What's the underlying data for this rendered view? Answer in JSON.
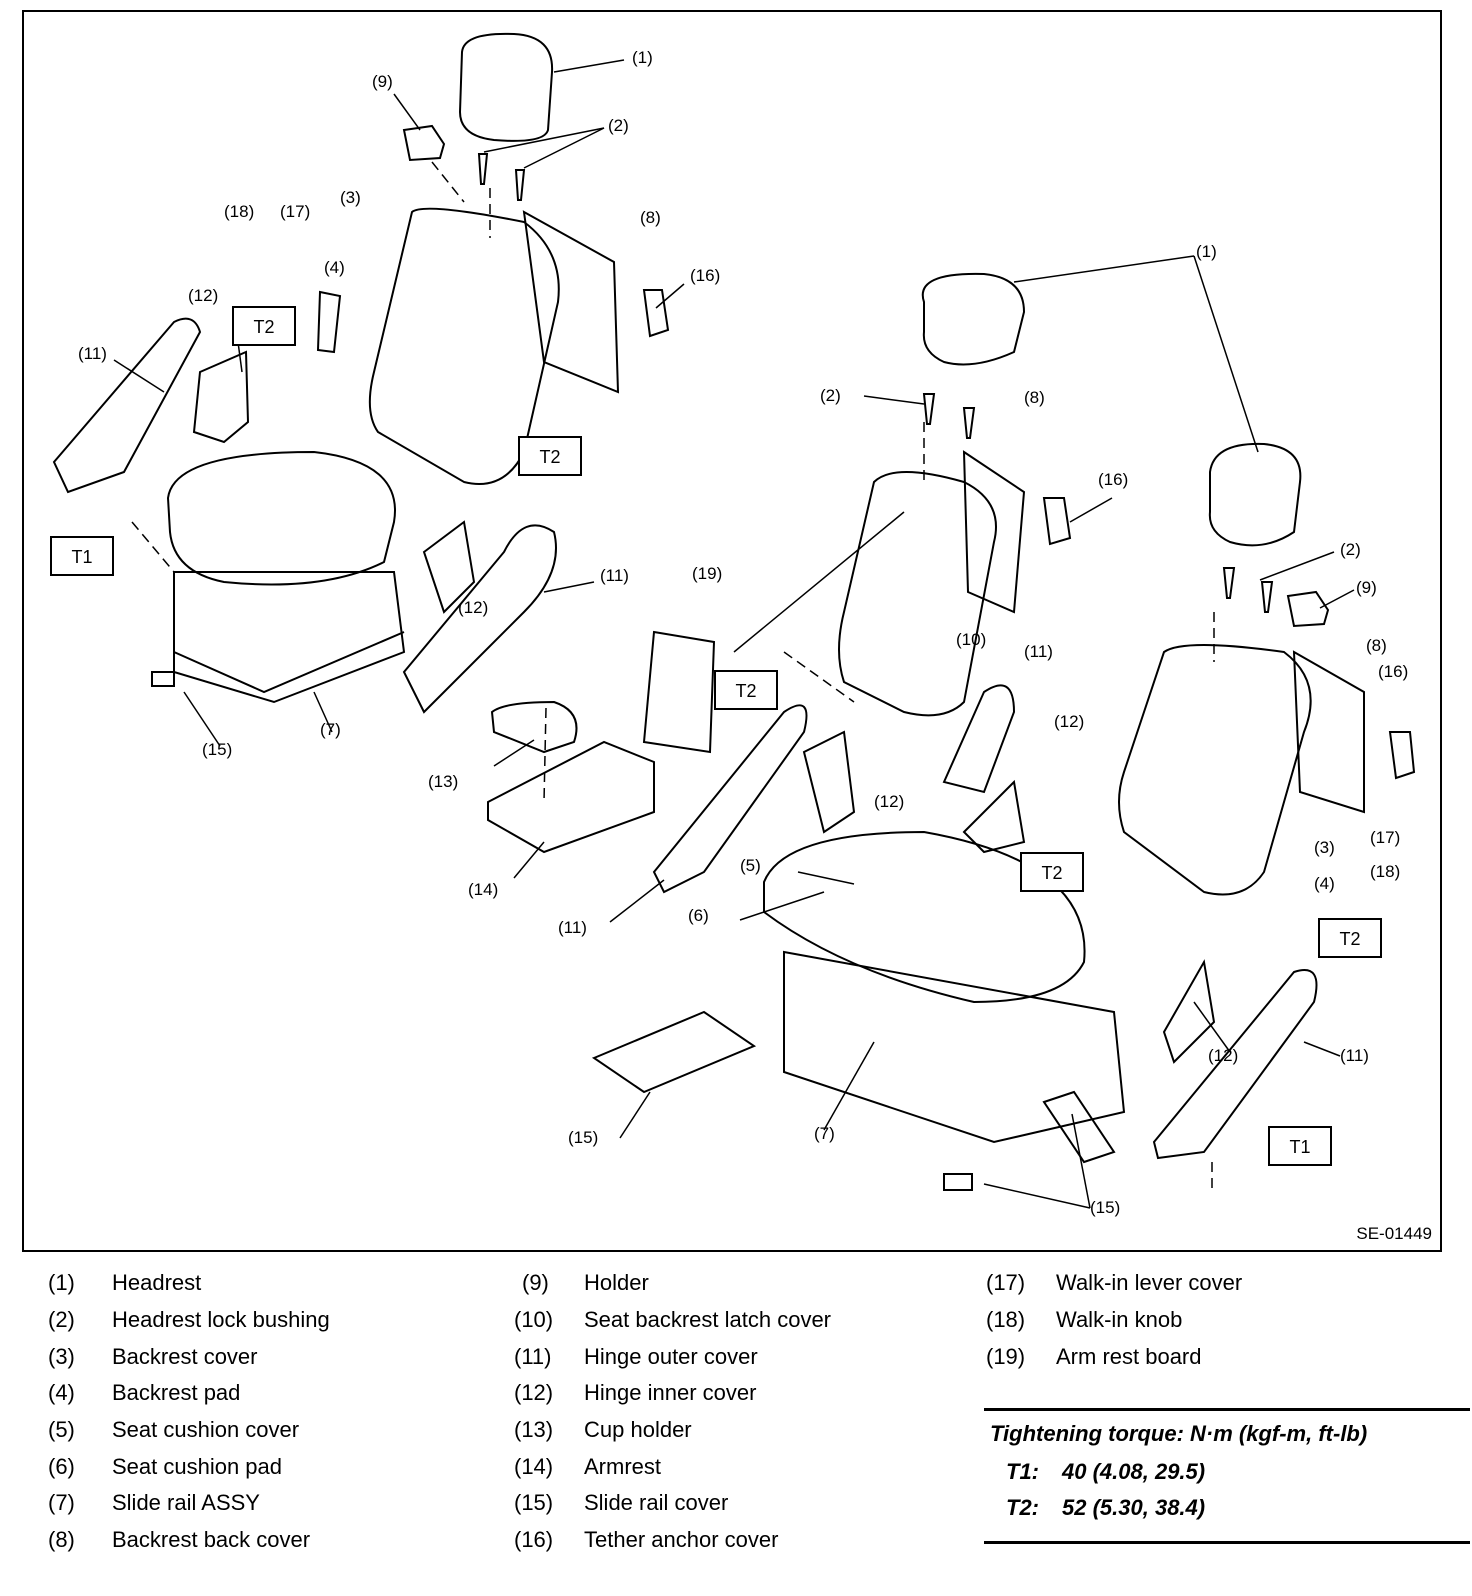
{
  "diagram": {
    "code": "SE-01449",
    "callouts": [
      "(1)",
      "(2)",
      "(3)",
      "(4)",
      "(5)",
      "(6)",
      "(7)",
      "(8)",
      "(9)",
      "(10)",
      "(11)",
      "(12)",
      "(13)",
      "(14)",
      "(15)",
      "(16)",
      "(17)",
      "(18)",
      "(19)"
    ],
    "torque_tags": {
      "t1": "T1",
      "t2": "T2"
    }
  },
  "legend": [
    {
      "num": "(1)",
      "name": "Headrest"
    },
    {
      "num": "(2)",
      "name": "Headrest lock bushing"
    },
    {
      "num": "(3)",
      "name": "Backrest cover"
    },
    {
      "num": "(4)",
      "name": "Backrest pad"
    },
    {
      "num": "(5)",
      "name": "Seat cushion cover"
    },
    {
      "num": "(6)",
      "name": "Seat cushion pad"
    },
    {
      "num": "(7)",
      "name": "Slide rail ASSY"
    },
    {
      "num": "(8)",
      "name": "Backrest back cover"
    },
    {
      "num": "(9)",
      "name": "Holder"
    },
    {
      "num": "(10)",
      "name": "Seat backrest latch cover"
    },
    {
      "num": "(11)",
      "name": "Hinge outer cover"
    },
    {
      "num": "(12)",
      "name": "Hinge inner cover"
    },
    {
      "num": "(13)",
      "name": "Cup holder"
    },
    {
      "num": "(14)",
      "name": "Armrest"
    },
    {
      "num": "(15)",
      "name": "Slide rail cover"
    },
    {
      "num": "(16)",
      "name": "Tether anchor cover"
    },
    {
      "num": "(17)",
      "name": "Walk-in lever cover"
    },
    {
      "num": "(18)",
      "name": "Walk-in knob"
    },
    {
      "num": "(19)",
      "name": "Arm rest board"
    }
  ],
  "torque": {
    "heading": "Tightening torque: N·m (kgf-m, ft-lb)",
    "t1": {
      "label": "T1:",
      "value": "40 (4.08, 29.5)"
    },
    "t2": {
      "label": "T2:",
      "value": "52 (5.30, 38.4)"
    }
  }
}
